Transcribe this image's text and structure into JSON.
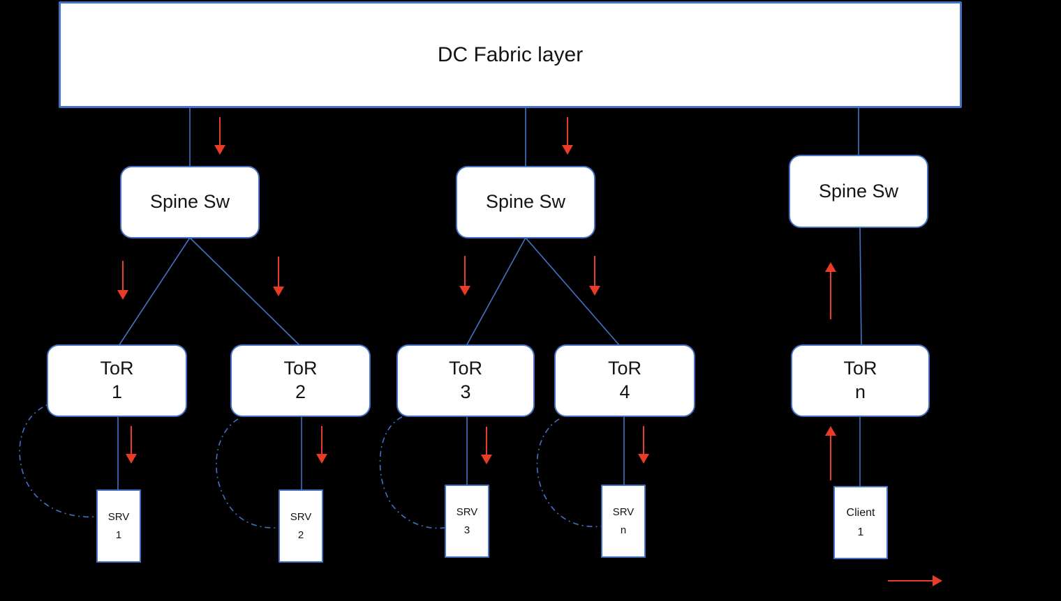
{
  "canvas": {
    "background": "#000000"
  },
  "colors": {
    "accent_blue": "#4472c4",
    "arrow_red": "#e83b28",
    "node_fill": "#ffffff",
    "text": "#141414"
  },
  "fabric": {
    "label": "DC Fabric layer"
  },
  "spines": [
    {
      "label": "Spine Sw"
    },
    {
      "label": "Spine Sw"
    },
    {
      "label": "Spine Sw"
    }
  ],
  "tors": [
    {
      "line1": "ToR",
      "line2": "1"
    },
    {
      "line1": "ToR",
      "line2": "2"
    },
    {
      "line1": "ToR",
      "line2": "3"
    },
    {
      "line1": "ToR",
      "line2": "4"
    },
    {
      "line1": "ToR",
      "line2": "n"
    }
  ],
  "endpoints": [
    {
      "line1": "SRV",
      "line2": "1"
    },
    {
      "line1": "SRV",
      "line2": "2"
    },
    {
      "line1": "SRV",
      "line2": "3"
    },
    {
      "line1": "SRV",
      "line2": "n"
    },
    {
      "line1": "Client",
      "line2": "1"
    }
  ]
}
